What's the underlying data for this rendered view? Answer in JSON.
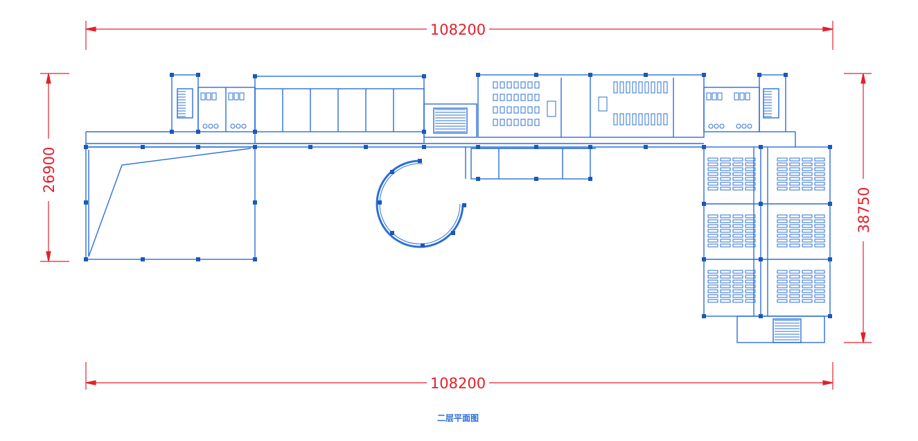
{
  "drawing": {
    "caption": "二层平面图",
    "dimensions": {
      "top_width": "108200",
      "bottom_width": "108200",
      "left_depth": "26900",
      "right_depth": "38750"
    },
    "colors": {
      "dimension": "#e3202b",
      "linework": "#2a6fd6",
      "column": "#1c58b8",
      "background": "#ffffff"
    }
  }
}
